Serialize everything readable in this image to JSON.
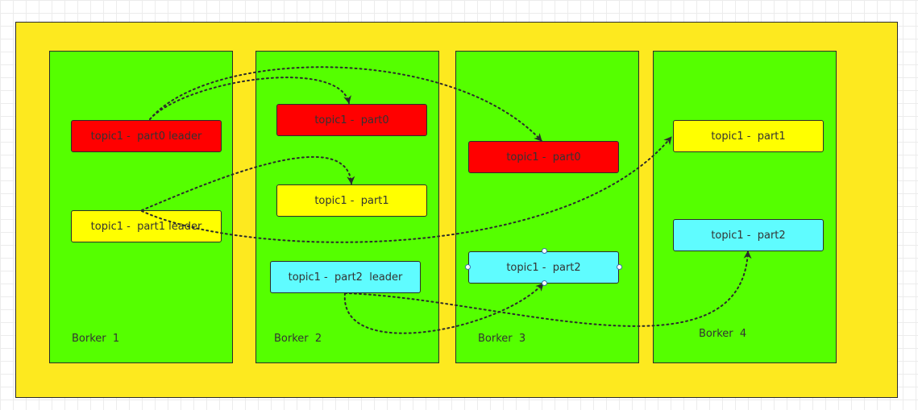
{
  "brokers": [
    {
      "label": "Borker  1"
    },
    {
      "label": "Borker  2"
    },
    {
      "label": "Borker  3"
    },
    {
      "label": "Borker  4"
    }
  ],
  "partitions": {
    "b1_part0": "topic1 -  part0 leader",
    "b1_part1": "topic1 -  part1 leader",
    "b2_part0": "topic1 -  part0",
    "b2_part1": "topic1 -  part1",
    "b2_part2": "topic1 -  part2  leader",
    "b3_part0": "topic1 -  part0",
    "b3_part2": "topic1 -  part2",
    "b4_part1": "topic1 -  part1",
    "b4_part2": "topic1 -  part2"
  },
  "colors": {
    "canvas_yellow": "#fde91f",
    "broker_green": "#55ff00",
    "part0_red": "#ff0000",
    "part1_yellow": "#ffff00",
    "part2_cyan": "#5ffcff"
  }
}
